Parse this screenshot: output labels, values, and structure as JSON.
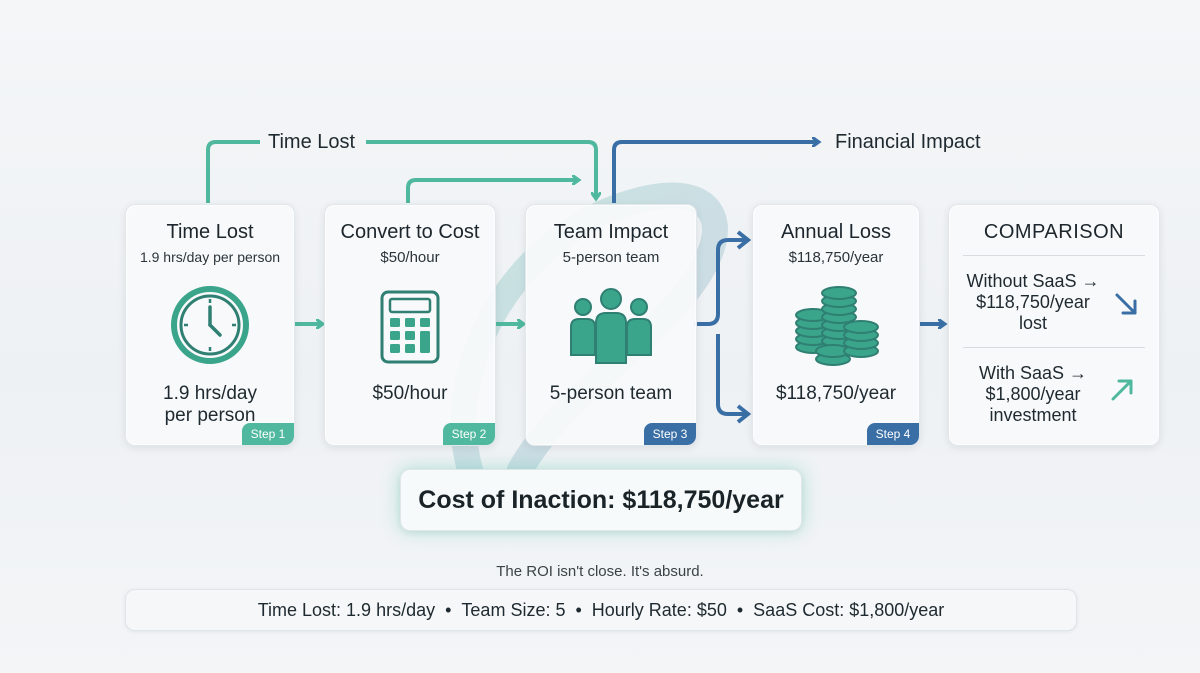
{
  "flow_labels": {
    "time_lost": "Time Lost",
    "financial_impact": "Financial Impact"
  },
  "cards": [
    {
      "title": "Time Lost",
      "subtitle": "1.9 hrs/day per person",
      "icon": "clock-icon",
      "value_line1": "1.9 hrs/day",
      "value_line2": "per person",
      "step": "Step 1"
    },
    {
      "title": "Convert to Cost",
      "subtitle": "$50/hour",
      "icon": "calculator-icon",
      "value_line1": "$50/hour",
      "value_line2": "",
      "step": "Step 2"
    },
    {
      "title": "Team Impact",
      "subtitle": "5-person team",
      "icon": "team-icon",
      "value_line1": "5-person team",
      "value_line2": "",
      "step": "Step 3"
    },
    {
      "title": "Annual Loss",
      "subtitle": "$118,750/year",
      "icon": "coins-icon",
      "value_line1": "$118,750/year",
      "value_line2": "",
      "step": "Step 4"
    }
  ],
  "comparison": {
    "title": "COMPARISON",
    "without": {
      "line1": "Without SaaS →",
      "line2": "$118,750/year",
      "line3": "lost",
      "icon": "trend-down-icon"
    },
    "with": {
      "line1": "With SaaS →",
      "line2": "$1,800/year",
      "line3": "investment",
      "icon": "trend-up-icon"
    }
  },
  "cost_of_inaction": "Cost of Inaction: $118,750/year",
  "tagline": "The ROI isn't close. It's absurd.",
  "summary": {
    "items": [
      "Time Lost: 1.9 hrs/day",
      "Team Size: 5",
      "Hourly Rate: $50",
      "SaaS Cost: $1,800/year"
    ],
    "separator": "•"
  },
  "colors": {
    "teal": "#4fb89e",
    "blue": "#3a6fa6",
    "icon_teal": "#3aa58a",
    "icon_dark": "#2f7f73"
  }
}
